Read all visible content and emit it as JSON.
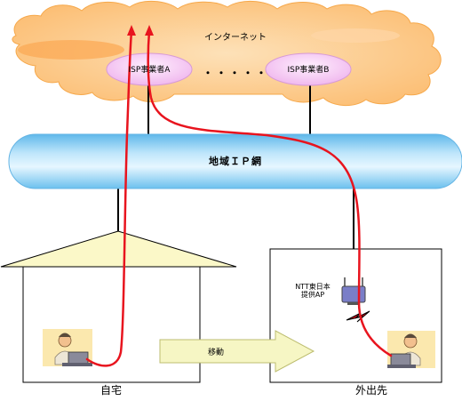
{
  "cloud": {
    "label": "インターネット"
  },
  "isp_a": {
    "label": "ISP事業者A"
  },
  "isp_b": {
    "label": "ISP事業者B"
  },
  "ellipsis": "・・・・・",
  "network": {
    "label": "地域ＩＰ網"
  },
  "access_point": {
    "label_line1": "NTT東日本",
    "label_line2": "提供AP"
  },
  "move_arrow": {
    "label": "移動"
  },
  "home": {
    "label": "自宅"
  },
  "outside": {
    "label": "外出先"
  },
  "colors": {
    "cloud": "#fcb45a",
    "isp_node": "#f6c8f4",
    "network_tube": "#9fd6f4",
    "path_line": "#e8141e",
    "arrow_fill": "#f6f6c4",
    "house_roof": "#fbf8c8"
  }
}
